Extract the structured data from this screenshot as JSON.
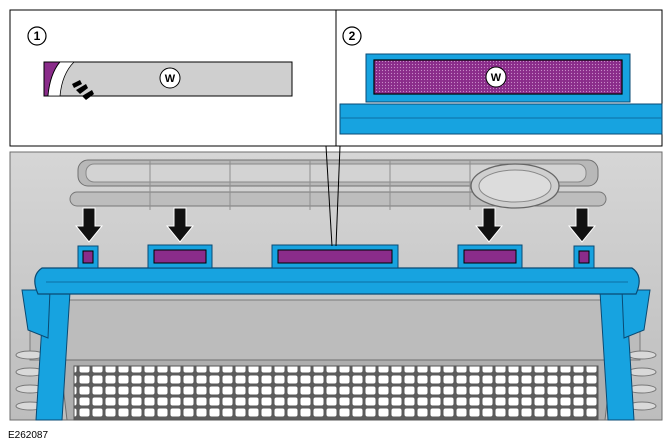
{
  "figure_id": "E262087",
  "callouts": [
    {
      "number": "1",
      "marker_label": "W"
    },
    {
      "number": "2",
      "marker_label": "W"
    }
  ],
  "colors": {
    "highlight_blue": "#17a3e0",
    "adhesive_purple": "#8a2c8a",
    "grille_gray": "#c9c9c9",
    "outline": "#000000"
  },
  "icons": {
    "pointer_arrows": "arrow-down-icon",
    "contact_marker": "fingertip-press-icon"
  }
}
